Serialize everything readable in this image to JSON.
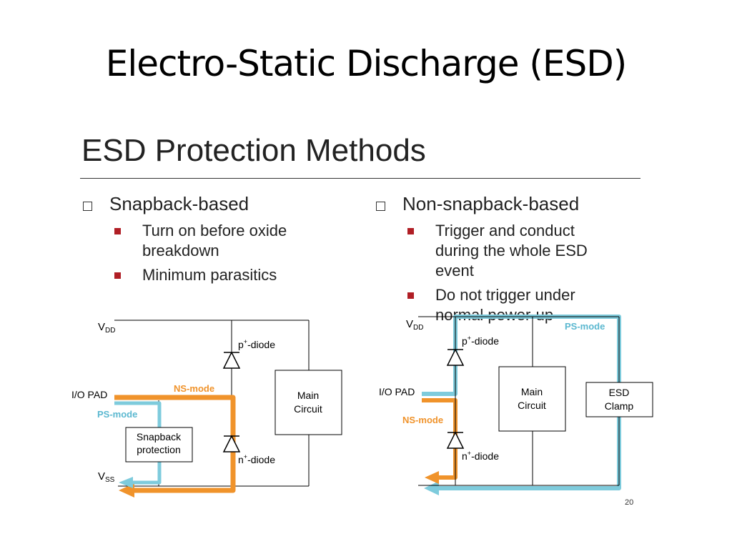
{
  "slide": {
    "title": "Electro-Static Discharge (ESD)",
    "subtitle": "ESD Protection Methods",
    "page_number": "20"
  },
  "left": {
    "heading": "Snapback-based",
    "points": [
      "Turn on before oxide breakdown",
      "Minimum parasitics"
    ]
  },
  "right": {
    "heading": "Non-snapback-based",
    "points": [
      "Trigger and conduct during the whole ESD event",
      "Do not trigger under normal power-up"
    ]
  },
  "left_circuit": {
    "vdd": "V",
    "vdd_sub": "DD",
    "vss": "V",
    "vss_sub": "SS",
    "io_pad": "I/O PAD",
    "ns_mode": "NS-mode",
    "ps_mode": "PS-mode",
    "p_diode": "p",
    "p_diode_suffix": "-diode",
    "n_diode": "n",
    "n_diode_suffix": "-diode",
    "plus": "+",
    "main_circuit": [
      "Main",
      "Circuit"
    ],
    "snapback": [
      "Snapback",
      "protection"
    ]
  },
  "right_circuit": {
    "vdd": "V",
    "vdd_sub": "DD",
    "io_pad": "I/O PAD",
    "ns_mode": "NS-mode",
    "ps_mode": "PS-mode",
    "p_diode": "p",
    "p_diode_suffix": "-diode",
    "n_diode": "n",
    "n_diode_suffix": "-diode",
    "plus": "+",
    "main_circuit": [
      "Main",
      "Circuit"
    ],
    "esd_clamp": [
      "ESD",
      "Clamp"
    ]
  },
  "colors": {
    "ns_path": "#f0932b",
    "ps_path": "#7ecbdc",
    "bullet_red": "#b01e25"
  }
}
